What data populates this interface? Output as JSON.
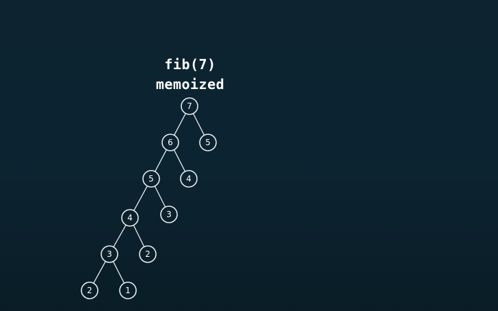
{
  "title": {
    "line1": "fib(7)",
    "line2": "memoized"
  },
  "tree": {
    "nodes": [
      {
        "id": "n7",
        "label": "7"
      },
      {
        "id": "n6",
        "label": "6"
      },
      {
        "id": "n5r",
        "label": "5"
      },
      {
        "id": "n5",
        "label": "5"
      },
      {
        "id": "n4r",
        "label": "4"
      },
      {
        "id": "n4",
        "label": "4"
      },
      {
        "id": "n3r",
        "label": "3"
      },
      {
        "id": "n3",
        "label": "3"
      },
      {
        "id": "n2r",
        "label": "2"
      },
      {
        "id": "n2",
        "label": "2"
      },
      {
        "id": "n1",
        "label": "1"
      }
    ],
    "edges": [
      [
        "n7",
        "n6"
      ],
      [
        "n7",
        "n5r"
      ],
      [
        "n6",
        "n5"
      ],
      [
        "n6",
        "n4r"
      ],
      [
        "n5",
        "n4"
      ],
      [
        "n5",
        "n3r"
      ],
      [
        "n4",
        "n3"
      ],
      [
        "n4",
        "n2r"
      ],
      [
        "n3",
        "n2"
      ],
      [
        "n3",
        "n1"
      ]
    ]
  }
}
